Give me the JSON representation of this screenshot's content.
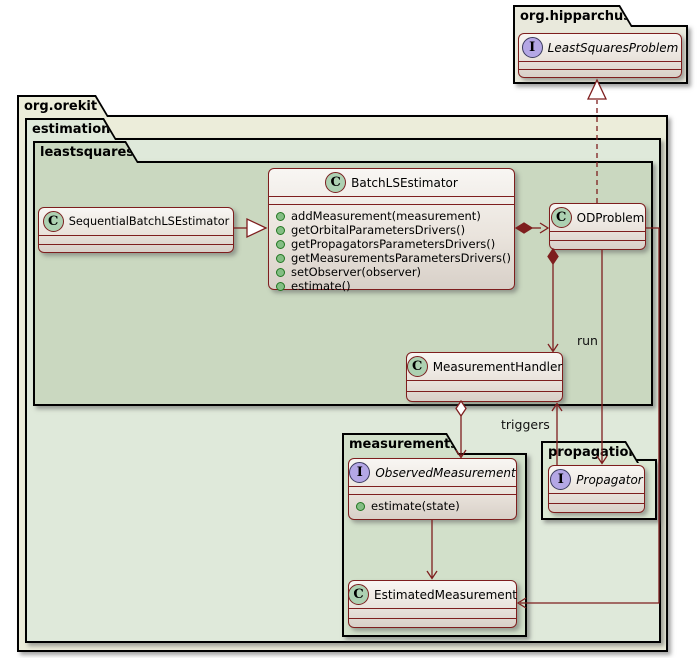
{
  "diagram_type": "uml-class-diagram",
  "packages": {
    "hipparchus": {
      "label": "org.hipparchus"
    },
    "orekit": {
      "label": "org.orekit"
    },
    "estimation": {
      "label": "estimation"
    },
    "leastsquares": {
      "label": "leastsquares"
    },
    "measurements": {
      "label": "measurements"
    },
    "propagation": {
      "label": "propagation"
    }
  },
  "classes": {
    "least_squares_problem": {
      "icon": "I",
      "kind": "interface",
      "name": "LeastSquaresProblem"
    },
    "sequential_batch_ls_estimator": {
      "icon": "C",
      "kind": "class",
      "name": "SequentialBatchLSEstimator"
    },
    "batch_ls_estimator": {
      "icon": "C",
      "kind": "class",
      "name": "BatchLSEstimator",
      "methods": [
        "addMeasurement(measurement)",
        "getOrbitalParametersDrivers()",
        "getPropagatorsParametersDrivers()",
        "getMeasurementsParametersDrivers()",
        "setObserver(observer)",
        "estimate()"
      ]
    },
    "od_problem": {
      "icon": "C",
      "kind": "class",
      "name": "ODProblem"
    },
    "measurement_handler": {
      "icon": "C",
      "kind": "class",
      "name": "MeasurementHandler"
    },
    "observed_measurement": {
      "icon": "I",
      "kind": "interface",
      "name": "ObservedMeasurement",
      "methods": [
        "estimate(state)"
      ]
    },
    "estimated_measurement": {
      "icon": "C",
      "kind": "class",
      "name": "EstimatedMeasurement"
    },
    "propagator": {
      "icon": "I",
      "kind": "interface",
      "name": "Propagator"
    }
  },
  "relations": [
    {
      "from": "SequentialBatchLSEstimator",
      "to": "BatchLSEstimator",
      "type": "generalization",
      "label": ""
    },
    {
      "from": "BatchLSEstimator",
      "to": "ODProblem",
      "type": "composition-arrow",
      "label": ""
    },
    {
      "from": "ODProblem",
      "to": "LeastSquaresProblem",
      "type": "realization-dashed",
      "label": ""
    },
    {
      "from": "ODProblem",
      "to": "MeasurementHandler",
      "type": "composition-arrow",
      "label": ""
    },
    {
      "from": "ODProblem",
      "to": "Propagator",
      "type": "directed",
      "label": "run"
    },
    {
      "from": "Propagator",
      "to": "MeasurementHandler",
      "type": "directed",
      "label": "triggers"
    },
    {
      "from": "MeasurementHandler",
      "to": "ObservedMeasurement",
      "type": "aggregation-arrow",
      "label": ""
    },
    {
      "from": "ObservedMeasurement",
      "to": "EstimatedMeasurement",
      "type": "directed",
      "label": ""
    },
    {
      "from": "ODProblem",
      "to": "EstimatedMeasurement",
      "type": "directed",
      "label": ""
    }
  ],
  "edge_labels": {
    "run": "run",
    "triggers": "triggers"
  },
  "colors": {
    "relation": "#7e1e1e",
    "class_border": "#7e1e1e",
    "class_icon_bg": "#ADD1B2",
    "interface_icon_bg": "#B4A7E5",
    "method_bullet": "#84BE84",
    "pkg_hipparchus_bg": "#e9e9dc",
    "pkg_orekit_bg": "#ecedda",
    "pkg_estimation_bg": "#dfe9da",
    "pkg_leastsquares_bg": "#cad8c0",
    "pkg_measurements_bg": "#d2e0ca",
    "pkg_propagation_bg": "#dbe8d3"
  }
}
